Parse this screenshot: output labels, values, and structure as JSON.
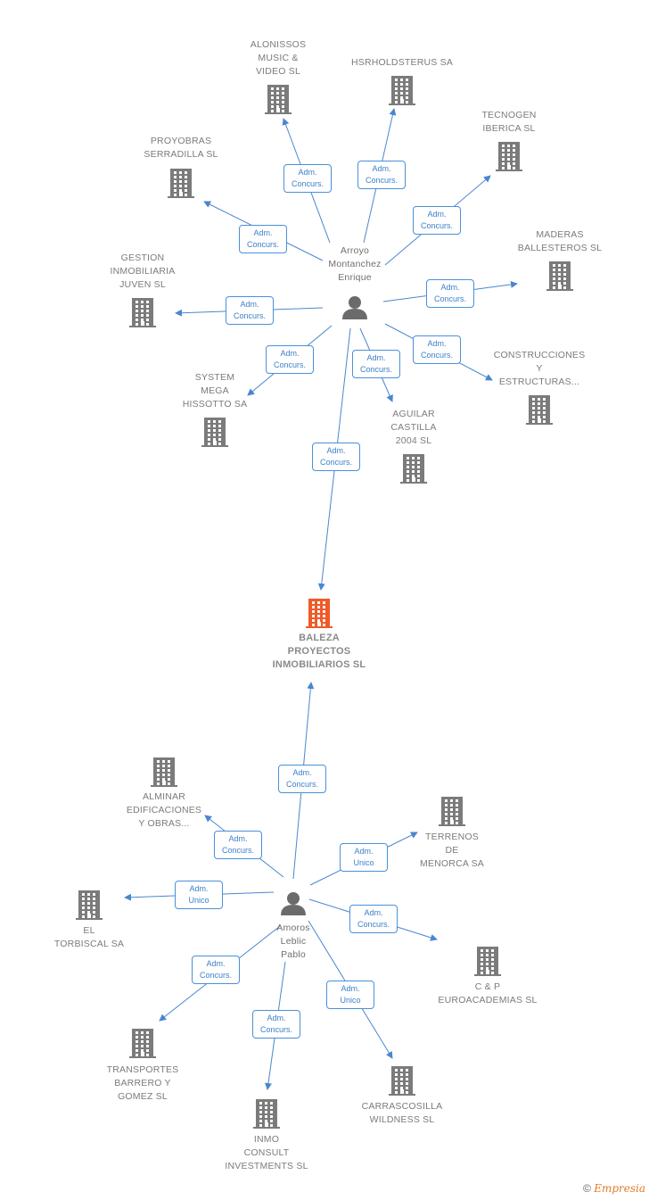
{
  "main_company": {
    "id": "baleza",
    "label": "BALEZA\nPROYECTOS\nINMOBILIARIOS SL",
    "color": "#f05a28"
  },
  "persons": [
    {
      "id": "arroyo",
      "label": "Arroyo\nMontanchez\nEnrique"
    },
    {
      "id": "amoros",
      "label": "Amoros\nLeblic\nPablo"
    }
  ],
  "companies": [
    {
      "id": "alonissos",
      "label": "ALONISSOS\nMUSIC &\nVIDEO SL"
    },
    {
      "id": "hsrholdsterus",
      "label": "HSRHOLDSTERUS SA"
    },
    {
      "id": "tecnogen",
      "label": "TECNOGEN\nIBERICA SL"
    },
    {
      "id": "proyobras",
      "label": "PROYOBRAS\nSERRADILLA SL"
    },
    {
      "id": "maderas",
      "label": "MADERAS\nBALLESTEROS SL"
    },
    {
      "id": "gestion",
      "label": "GESTION\nINMOBILIARIA\nJUVEN SL"
    },
    {
      "id": "construcciones",
      "label": "CONSTRUCCIONES\nY\nESTRUCTURAS..."
    },
    {
      "id": "system",
      "label": "SYSTEM\nMEGA\nHISSOTTO SA"
    },
    {
      "id": "aguilar",
      "label": "AGUILAR\nCASTILLA\n2004 SL"
    },
    {
      "id": "alminar",
      "label": "ALMINAR\nEDIFICACIONES\nY OBRAS..."
    },
    {
      "id": "terrenos",
      "label": "TERRENOS\nDE\nMENORCA SA"
    },
    {
      "id": "torbiscal",
      "label": "EL\nTORBISCAL SA"
    },
    {
      "id": "cp",
      "label": "C & P\nEUROACADEMIAS SL"
    },
    {
      "id": "transportes",
      "label": "TRANSPORTES\nBARRERO Y\nGOMEZ SL"
    },
    {
      "id": "carrascosilla",
      "label": "CARRASCOSILLA\nWILDNESS  SL"
    },
    {
      "id": "inmo",
      "label": "INMO\nCONSULT\nINVESTMENTS SL"
    }
  ],
  "edges": [
    {
      "from": "arroyo",
      "to": "alonissos",
      "label": "Adm.\nConcurs."
    },
    {
      "from": "arroyo",
      "to": "hsrholdsterus",
      "label": "Adm.\nConcurs."
    },
    {
      "from": "arroyo",
      "to": "tecnogen",
      "label": "Adm.\nConcurs."
    },
    {
      "from": "arroyo",
      "to": "proyobras",
      "label": "Adm.\nConcurs."
    },
    {
      "from": "arroyo",
      "to": "maderas",
      "label": "Adm.\nConcurs."
    },
    {
      "from": "arroyo",
      "to": "gestion",
      "label": "Adm.\nConcurs."
    },
    {
      "from": "arroyo",
      "to": "construcciones",
      "label": "Adm.\nConcurs."
    },
    {
      "from": "arroyo",
      "to": "system",
      "label": "Adm.\nConcurs."
    },
    {
      "from": "arroyo",
      "to": "aguilar",
      "label": "Adm.\nConcurs."
    },
    {
      "from": "arroyo",
      "to": "baleza",
      "label": "Adm.\nConcurs."
    },
    {
      "from": "amoros",
      "to": "baleza",
      "label": "Adm.\nConcurs."
    },
    {
      "from": "amoros",
      "to": "alminar",
      "label": "Adm.\nConcurs."
    },
    {
      "from": "amoros",
      "to": "terrenos",
      "label": "Adm.\nUnico"
    },
    {
      "from": "amoros",
      "to": "torbiscal",
      "label": "Adm.\nUnico"
    },
    {
      "from": "amoros",
      "to": "cp",
      "label": "Adm.\nConcurs."
    },
    {
      "from": "amoros",
      "to": "transportes",
      "label": "Adm.\nConcurs."
    },
    {
      "from": "amoros",
      "to": "carrascosilla",
      "label": "Adm.\nUnico"
    },
    {
      "from": "amoros",
      "to": "inmo",
      "label": "Adm.\nConcurs."
    }
  ],
  "colors": {
    "edge": "#4a86d0",
    "company_icon": "#7b7b7b",
    "person_icon": "#6b6b6b",
    "main_icon": "#f05a28"
  },
  "footer": {
    "copyright": "©",
    "brand": "Empresia"
  }
}
